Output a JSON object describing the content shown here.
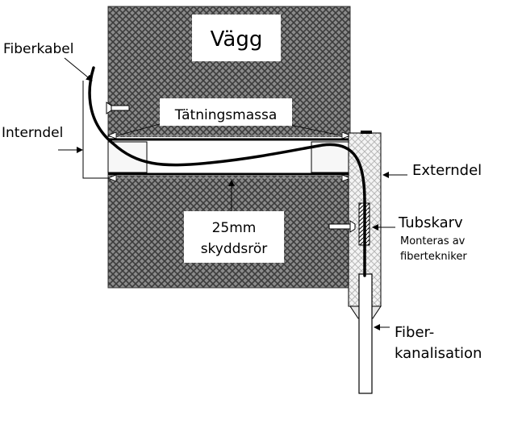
{
  "labels": {
    "wall": "Vägg",
    "sealant": "Tätningsmassa",
    "fiber_cable": "Fiberkabel",
    "internal_part": "Interndel",
    "external_part": "Externdel",
    "conduit_line1": "25mm",
    "conduit_line2": "skyddsrör",
    "tube_joint": "Tubskarv",
    "tube_joint_note_line1": "Monteras av",
    "tube_joint_note_line2": "fibertekniker",
    "fiber_duct_line1": "Fiber-",
    "fiber_duct_line2": "kanalisation"
  },
  "colors": {
    "wall_fill": "#6e6e6e",
    "label_box": "#ffffff",
    "line": "#000000"
  }
}
